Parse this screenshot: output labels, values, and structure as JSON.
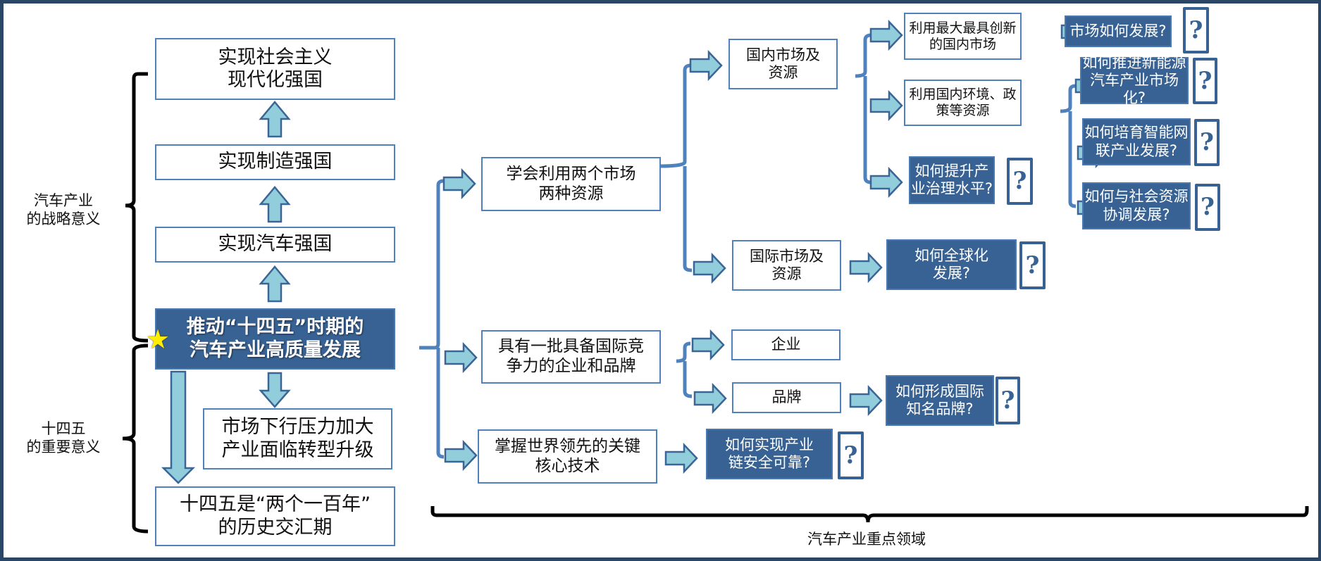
{
  "colors": {
    "frame": "#2b4566",
    "dark_box": "#386293",
    "box_border": "#4f81bd",
    "arrow_fill": "#92cddc",
    "arrow_stroke": "#3a6595",
    "bracket": "#000000"
  },
  "left_labels": {
    "strategic": "汽车产业\n的战略意义",
    "fourteenth": "十四五\n的重要意义"
  },
  "bottom_label": "汽车产业重点领域",
  "chain": {
    "socialist": "实现社会主义\n现代化强国",
    "manufacturing": "实现制造强国",
    "auto": "实现汽车强国",
    "core": "推动“十四五”时期的\n汽车产业高质量发展",
    "pressure": "市场下行压力加大\n产业面临转型升级",
    "history": "十四五是“两个一百年”\n的历史交汇期"
  },
  "branches": {
    "two_markets": "学会利用两个市场\n两种资源",
    "competitive": "具有一批具备国际竞\n争力的企业和品牌",
    "tech": "掌握世界领先的关键\n核心技术"
  },
  "sub": {
    "domestic": "国内市场及\n资源",
    "international": "国际市场及\n资源",
    "enterprise": "企业",
    "brand": "品牌",
    "use_market": "利用最大最具创新\n的国内市场",
    "use_env": "利用国内环境、政\n策等资源"
  },
  "questions": {
    "market_dev": "市场如何发展?",
    "governance": "如何提升产\n业治理水平?",
    "nev": "如何推进新能源\n汽车产业市场化?",
    "icv": "如何培育智能网\n联产业发展?",
    "social": "如何与社会资源\n协调发展?",
    "global": "如何全球化\n发展?",
    "brand_q": "如何形成国际\n知名品牌?",
    "chain_q": "如何实现产业\n链安全可靠?"
  },
  "question_mark": "?",
  "star_icon": "★"
}
